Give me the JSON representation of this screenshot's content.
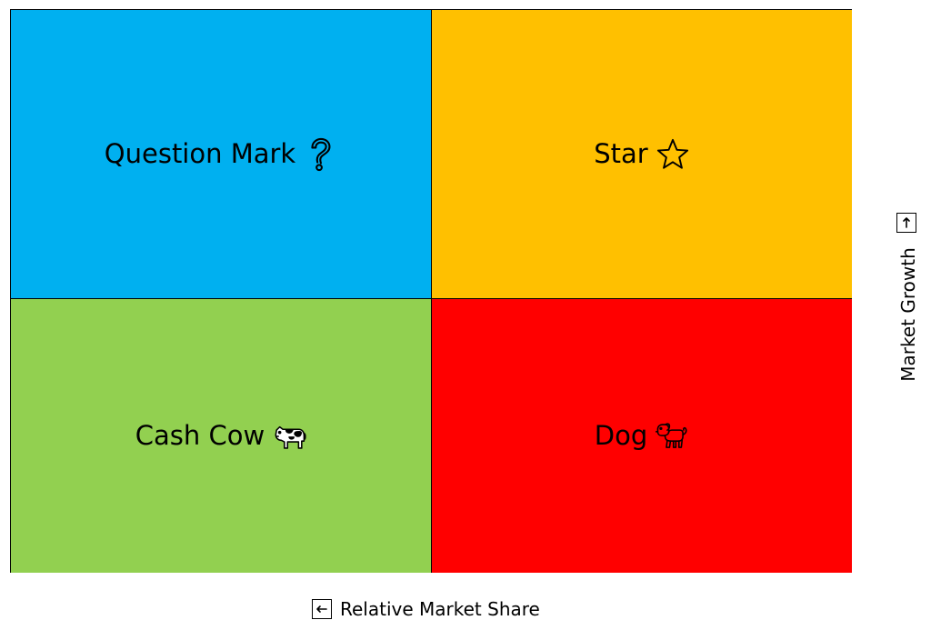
{
  "quadrants": {
    "question_mark": {
      "label": "Question Mark",
      "icon": "question-icon",
      "color": "#00b0f0"
    },
    "star": {
      "label": "Star",
      "icon": "star-icon",
      "color": "#ffc000"
    },
    "cash_cow": {
      "label": "Cash Cow",
      "icon": "cow-icon",
      "color": "#92d050"
    },
    "dog": {
      "label": "Dog",
      "icon": "dog-icon",
      "color": "#ff0000"
    }
  },
  "axes": {
    "x_label": "Relative Market Share",
    "x_arrow": "left-arrow-icon",
    "y_label": "Market Growth",
    "y_arrow": "up-arrow-icon"
  }
}
